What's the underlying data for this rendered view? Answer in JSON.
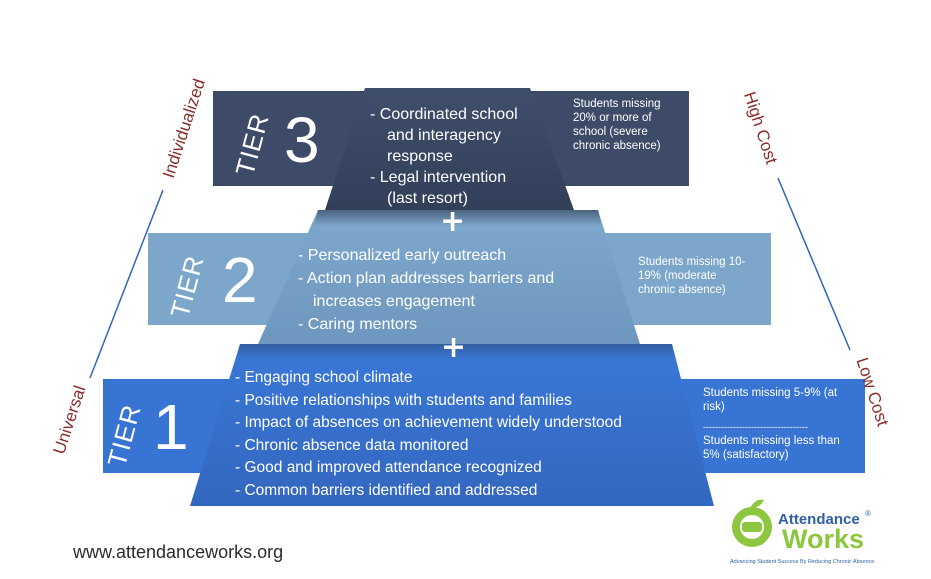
{
  "tiers": [
    {
      "word": "TIER",
      "number": "3",
      "bullets": [
        "- Coordinated school",
        "and interagency",
        "response",
        "- Legal intervention",
        "(last resort)"
      ],
      "side_text": "Students missing 20% or more of school (severe chronic absence)"
    },
    {
      "word": "TIER",
      "number": "2",
      "bullets": [
        "- Personalized early outreach",
        "- Action plan addresses barriers and",
        "increases engagement",
        "- Caring mentors"
      ],
      "side_text": "Students missing 10-19% (moderate chronic absence)"
    },
    {
      "word": "TIER",
      "number": "1",
      "bullets": [
        "- Engaging school climate",
        "- Positive relationships with students and families",
        "- Impact of absences on achievement widely understood",
        "- Chronic absence data monitored",
        "- Good and improved attendance recognized",
        "- Common barriers identified and addressed"
      ],
      "side_text_top": "Students missing 5-9% (at risk)",
      "divider": "-----------------------------------",
      "side_text_bottom": "Students missing less than 5% (satisfactory)"
    }
  ],
  "connector_symbol": "+",
  "axis_left": {
    "top": "Individualized",
    "bottom": "Universal"
  },
  "axis_right": {
    "top": "High Cost",
    "bottom": "Low Cost"
  },
  "footer_url": "www.attendanceworks.org",
  "logo": {
    "line1": "Attendance",
    "line2": "Works",
    "mark": "®",
    "tagline": "Advancing Student Success By Reducing Chronic Absence"
  },
  "colors": {
    "tier3": "#3b4a66",
    "tier2": "#7ba3c8",
    "tier1": "#3c78d2",
    "axis_text": "#8b2c2c",
    "axis_line": "#2f66b8",
    "logo_green": "#8dc63f"
  }
}
